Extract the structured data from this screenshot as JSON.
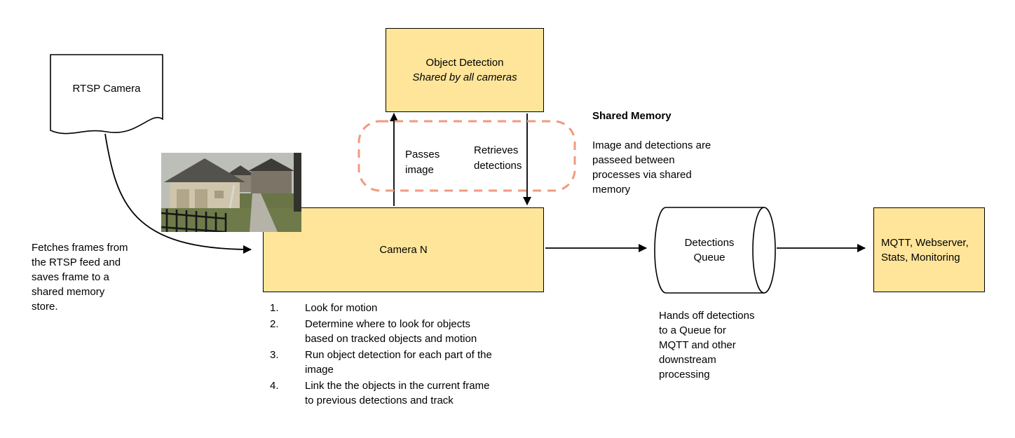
{
  "colors": {
    "node_fill": "#ffe59a",
    "node_border": "#000000",
    "shared_memory_outline": "#f19a7e",
    "arrow": "#000000",
    "text": "#000000",
    "background": "#ffffff"
  },
  "nodes": {
    "rtsp_camera": {
      "label": "RTSP Camera"
    },
    "object_detection": {
      "title": "Object Detection",
      "subtitle": "Shared by all cameras"
    },
    "camera_n": {
      "label": "Camera N"
    },
    "detections_queue": {
      "label": "Detections\nQueue"
    },
    "outputs": {
      "label": "MQTT, Webserver,\nStats, Monitoring"
    }
  },
  "edge_labels": {
    "passes_image": "Passes\nimage",
    "retrieves_detections": "Retrieves\ndetections"
  },
  "notes": {
    "shared_memory": {
      "title": "Shared Memory",
      "body": "Image and detections are\npasseed between\nprocesses via shared\nmemory"
    },
    "rtsp_fetch": "Fetches frames from\nthe RTSP feed and\nsaves frame to a\nshared memory\nstore.",
    "queue_handoff": "Hands off detections\nto a Queue for\nMQTT and other\ndownstream\nprocessing"
  },
  "camera_steps": [
    {
      "num": "1.",
      "text": "Look for motion"
    },
    {
      "num": "2.",
      "text": "Determine where to look for objects\nbased on tracked objects and motion"
    },
    {
      "num": "3.",
      "text": "Run object detection for each part of the\nimage"
    },
    {
      "num": "4.",
      "text": "Link the the objects in the current frame\nto previous detections and track"
    }
  ]
}
